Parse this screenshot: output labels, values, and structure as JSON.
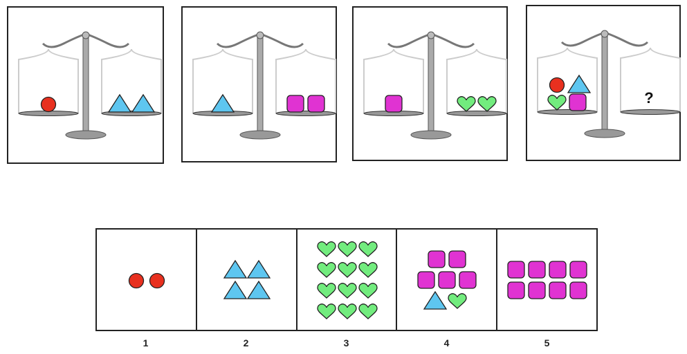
{
  "puzzle": {
    "scales": [
      {
        "left": [
          [
            "circle"
          ]
        ],
        "right": [
          [
            "triangle",
            "triangle"
          ]
        ]
      },
      {
        "left": [
          [
            "triangle"
          ]
        ],
        "right": [
          [
            "square",
            "square"
          ]
        ]
      },
      {
        "left": [
          [
            "square"
          ]
        ],
        "right": [
          [
            "heart",
            "heart"
          ]
        ]
      },
      {
        "left": [
          [
            "circle",
            "triangle"
          ],
          [
            "heart",
            "square"
          ]
        ],
        "right_text": "?"
      }
    ]
  },
  "options": [
    {
      "label": "1",
      "rows": [
        [
          "circle",
          "circle"
        ]
      ]
    },
    {
      "label": "2",
      "rows": [
        [
          "triangle",
          "triangle"
        ],
        [
          "triangle",
          "triangle"
        ]
      ]
    },
    {
      "label": "3",
      "rows": [
        [
          "heart",
          "heart",
          "heart"
        ],
        [
          "heart",
          "heart",
          "heart"
        ],
        [
          "heart",
          "heart",
          "heart"
        ],
        [
          "heart",
          "heart",
          "heart"
        ]
      ]
    },
    {
      "label": "4",
      "rows": [
        [
          "square",
          "square"
        ],
        [
          "square",
          "square",
          "square"
        ],
        [
          "triangle",
          "heart"
        ]
      ]
    },
    {
      "label": "5",
      "rows": [
        [
          "square",
          "square",
          "square",
          "square"
        ],
        [
          "square",
          "square",
          "square",
          "square"
        ]
      ]
    }
  ],
  "colors": {
    "circle": "#e8301f",
    "triangle": "#5ec6f0",
    "square": "#e033d2",
    "heart": "#72ec7e",
    "scale": "#9a9a9a"
  }
}
